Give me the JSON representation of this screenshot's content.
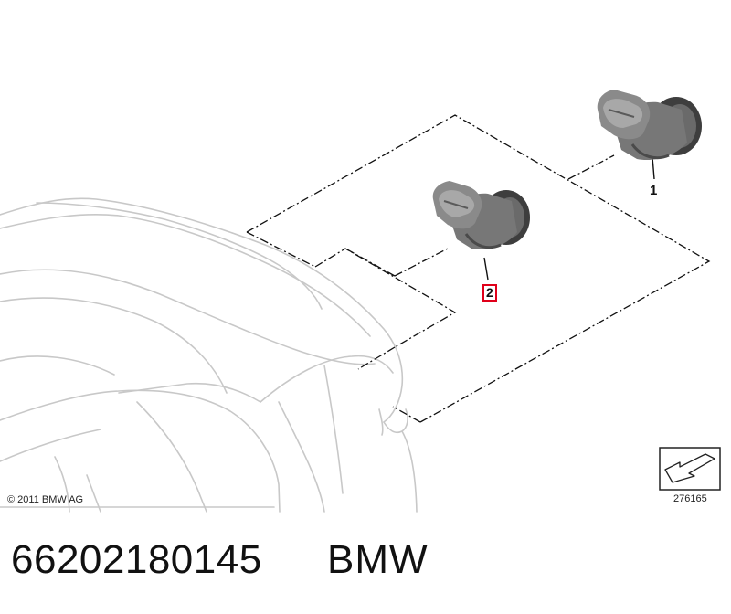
{
  "diagram": {
    "callouts": {
      "part_1": "1",
      "part_2": "2"
    },
    "copyright": "© 2011 BMW AG",
    "diagram_number": "276165"
  },
  "caption": {
    "part_number": "66202180145",
    "brand": "BMW"
  },
  "colors": {
    "highlight": "#e0001a",
    "car_outline": "#c8c8c8",
    "leader_line": "#111111",
    "sensor_dark": "#4a4a4a",
    "sensor_mid": "#7a7a7a",
    "sensor_light": "#a8a8a8"
  }
}
